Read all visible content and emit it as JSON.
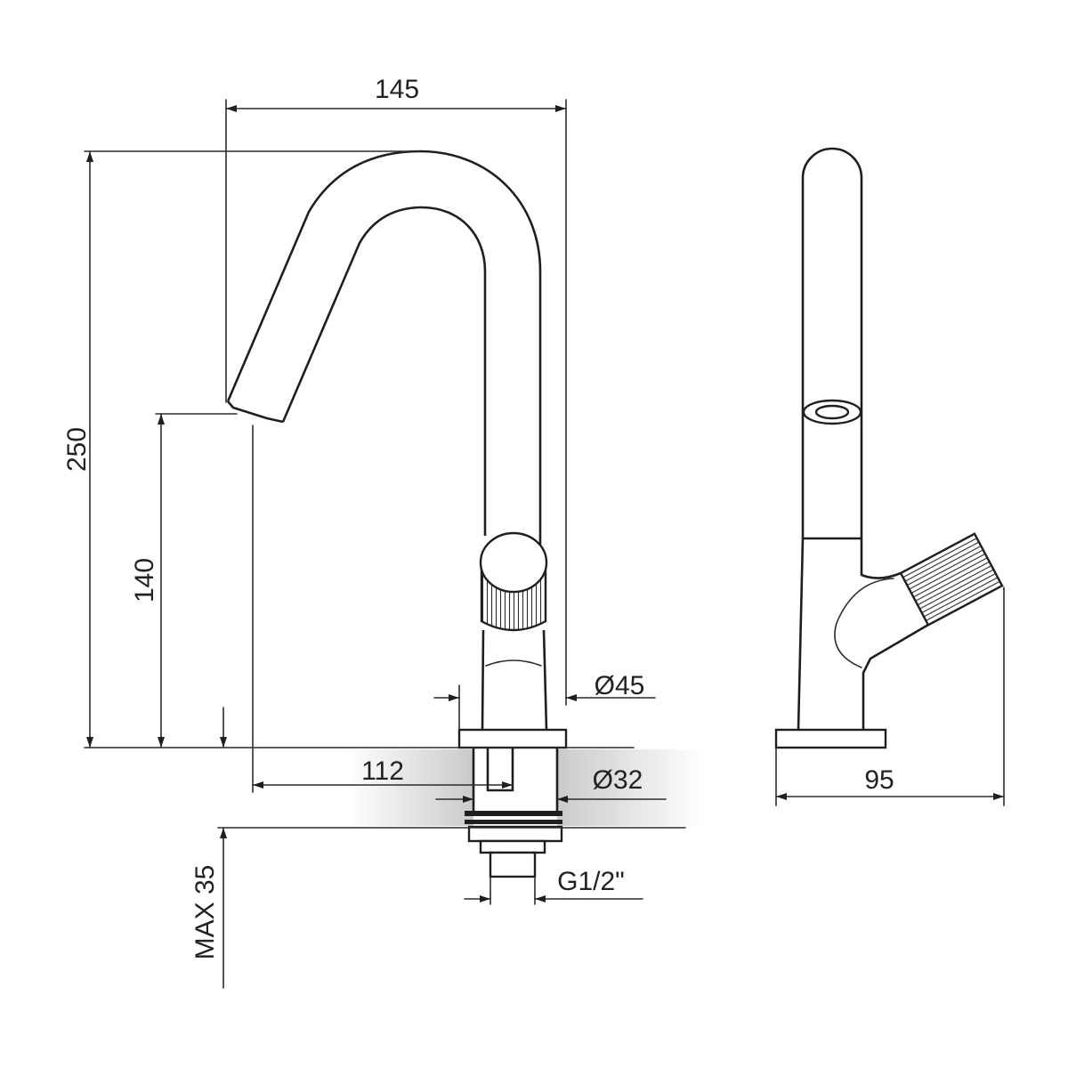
{
  "dimensions": {
    "overall_width": "145",
    "overall_height": "250",
    "spout_height": "140",
    "spout_reach": "112",
    "base_diameter": "Ø45",
    "shank_diameter": "Ø32",
    "thread": "G1/2\"",
    "max_counter_thickness": "MAX 35",
    "depth": "95"
  },
  "colors": {
    "line": "#2b2b2b",
    "shade": "#c4c4c4",
    "background": "#ffffff"
  }
}
